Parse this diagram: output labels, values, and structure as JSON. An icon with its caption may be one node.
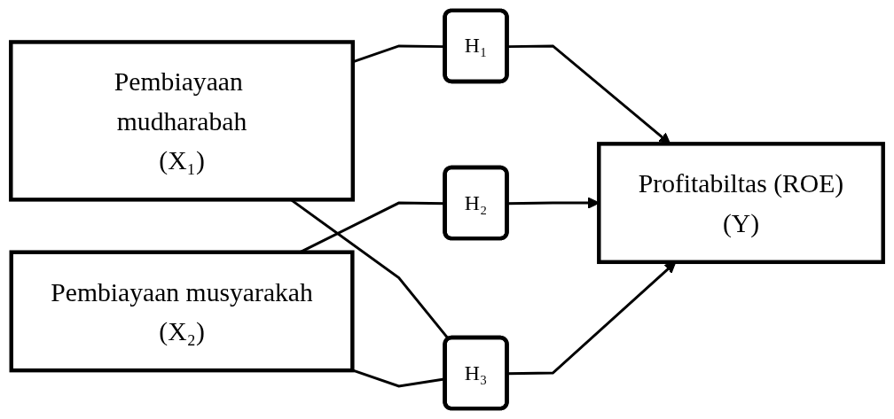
{
  "diagram": {
    "nodes": [
      {
        "text": [
          "Pembiayaan mudharabah",
          "(X₁)"
        ]
      },
      {
        "text": [
          "H₁"
        ]
      },
      {
        "text": [
          "Profitabiltas (ROE)",
          "(Y)"
        ]
      },
      {
        "text": [
          "Pembiayaan musyarakah",
          "(X₂)"
        ]
      },
      {
        "text": [
          "H₂"
        ]
      },
      {
        "text": [
          "H₃"
        ]
      }
    ],
    "edges": [
      {
        "from": 0,
        "to": 1,
        "arrow": "none"
      },
      {
        "from": 1,
        "to": 2,
        "arrow": "to"
      },
      {
        "from": 3,
        "to": 4,
        "arrow": "none"
      },
      {
        "from": 4,
        "to": 2,
        "arrow": "to"
      },
      {
        "from": 0,
        "to": 5,
        "arrow": "none"
      },
      {
        "from": 3,
        "to": 5,
        "arrow": "none"
      },
      {
        "from": 5,
        "to": 2,
        "arrow": "to"
      }
    ]
  }
}
